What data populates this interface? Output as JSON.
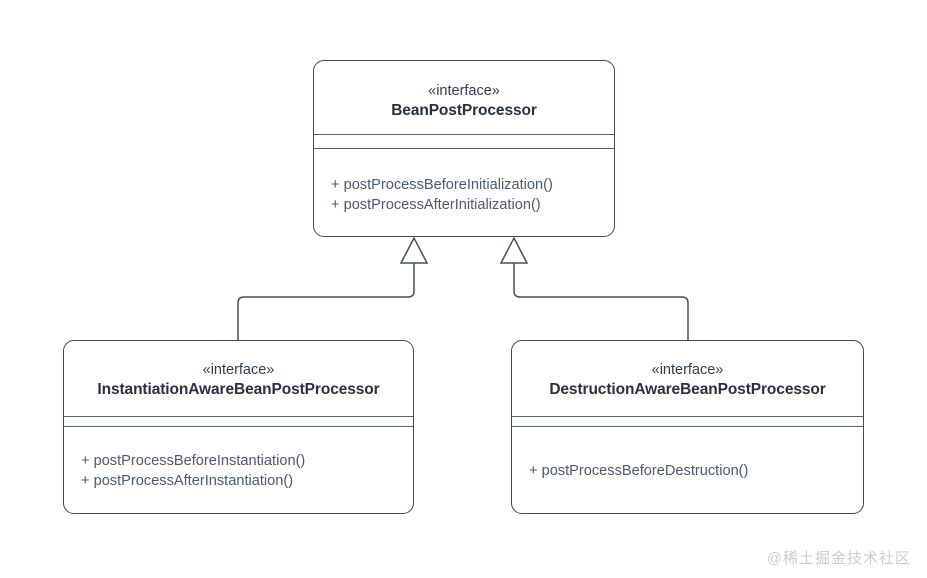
{
  "diagram": {
    "type": "uml-class-diagram",
    "background_color": "#ffffff",
    "border_color": "#404a57",
    "divider_color": "#55636f",
    "title_text_color": "#26323f",
    "member_text_color": "#4b5b6b",
    "connector_color": "#45525f"
  },
  "classes": {
    "parent": {
      "stereotype": "«interface»",
      "name": "BeanPostProcessor",
      "attributes": [],
      "methods": [
        "+ postProcessBeforeInitialization()",
        "+ postProcessAfterInitialization()"
      ]
    },
    "child_left": {
      "stereotype": "«interface»",
      "name": "InstantiationAwareBeanPostProcessor",
      "attributes": [],
      "methods": [
        "+ postProcessBeforeInstantiation()",
        "+ postProcessAfterInstantiation()"
      ]
    },
    "child_right": {
      "stereotype": "«interface»",
      "name": "DestructionAwareBeanPostProcessor",
      "attributes": [],
      "methods": [
        "+ postProcessBeforeDestruction()"
      ]
    }
  },
  "relationships": [
    {
      "kind": "generalization",
      "from": "InstantiationAwareBeanPostProcessor",
      "to": "BeanPostProcessor",
      "arrow": "hollow-triangle"
    },
    {
      "kind": "generalization",
      "from": "DestructionAwareBeanPostProcessor",
      "to": "BeanPostProcessor",
      "arrow": "hollow-triangle"
    }
  ],
  "watermark": {
    "text": "@稀土掘金技术社区"
  }
}
